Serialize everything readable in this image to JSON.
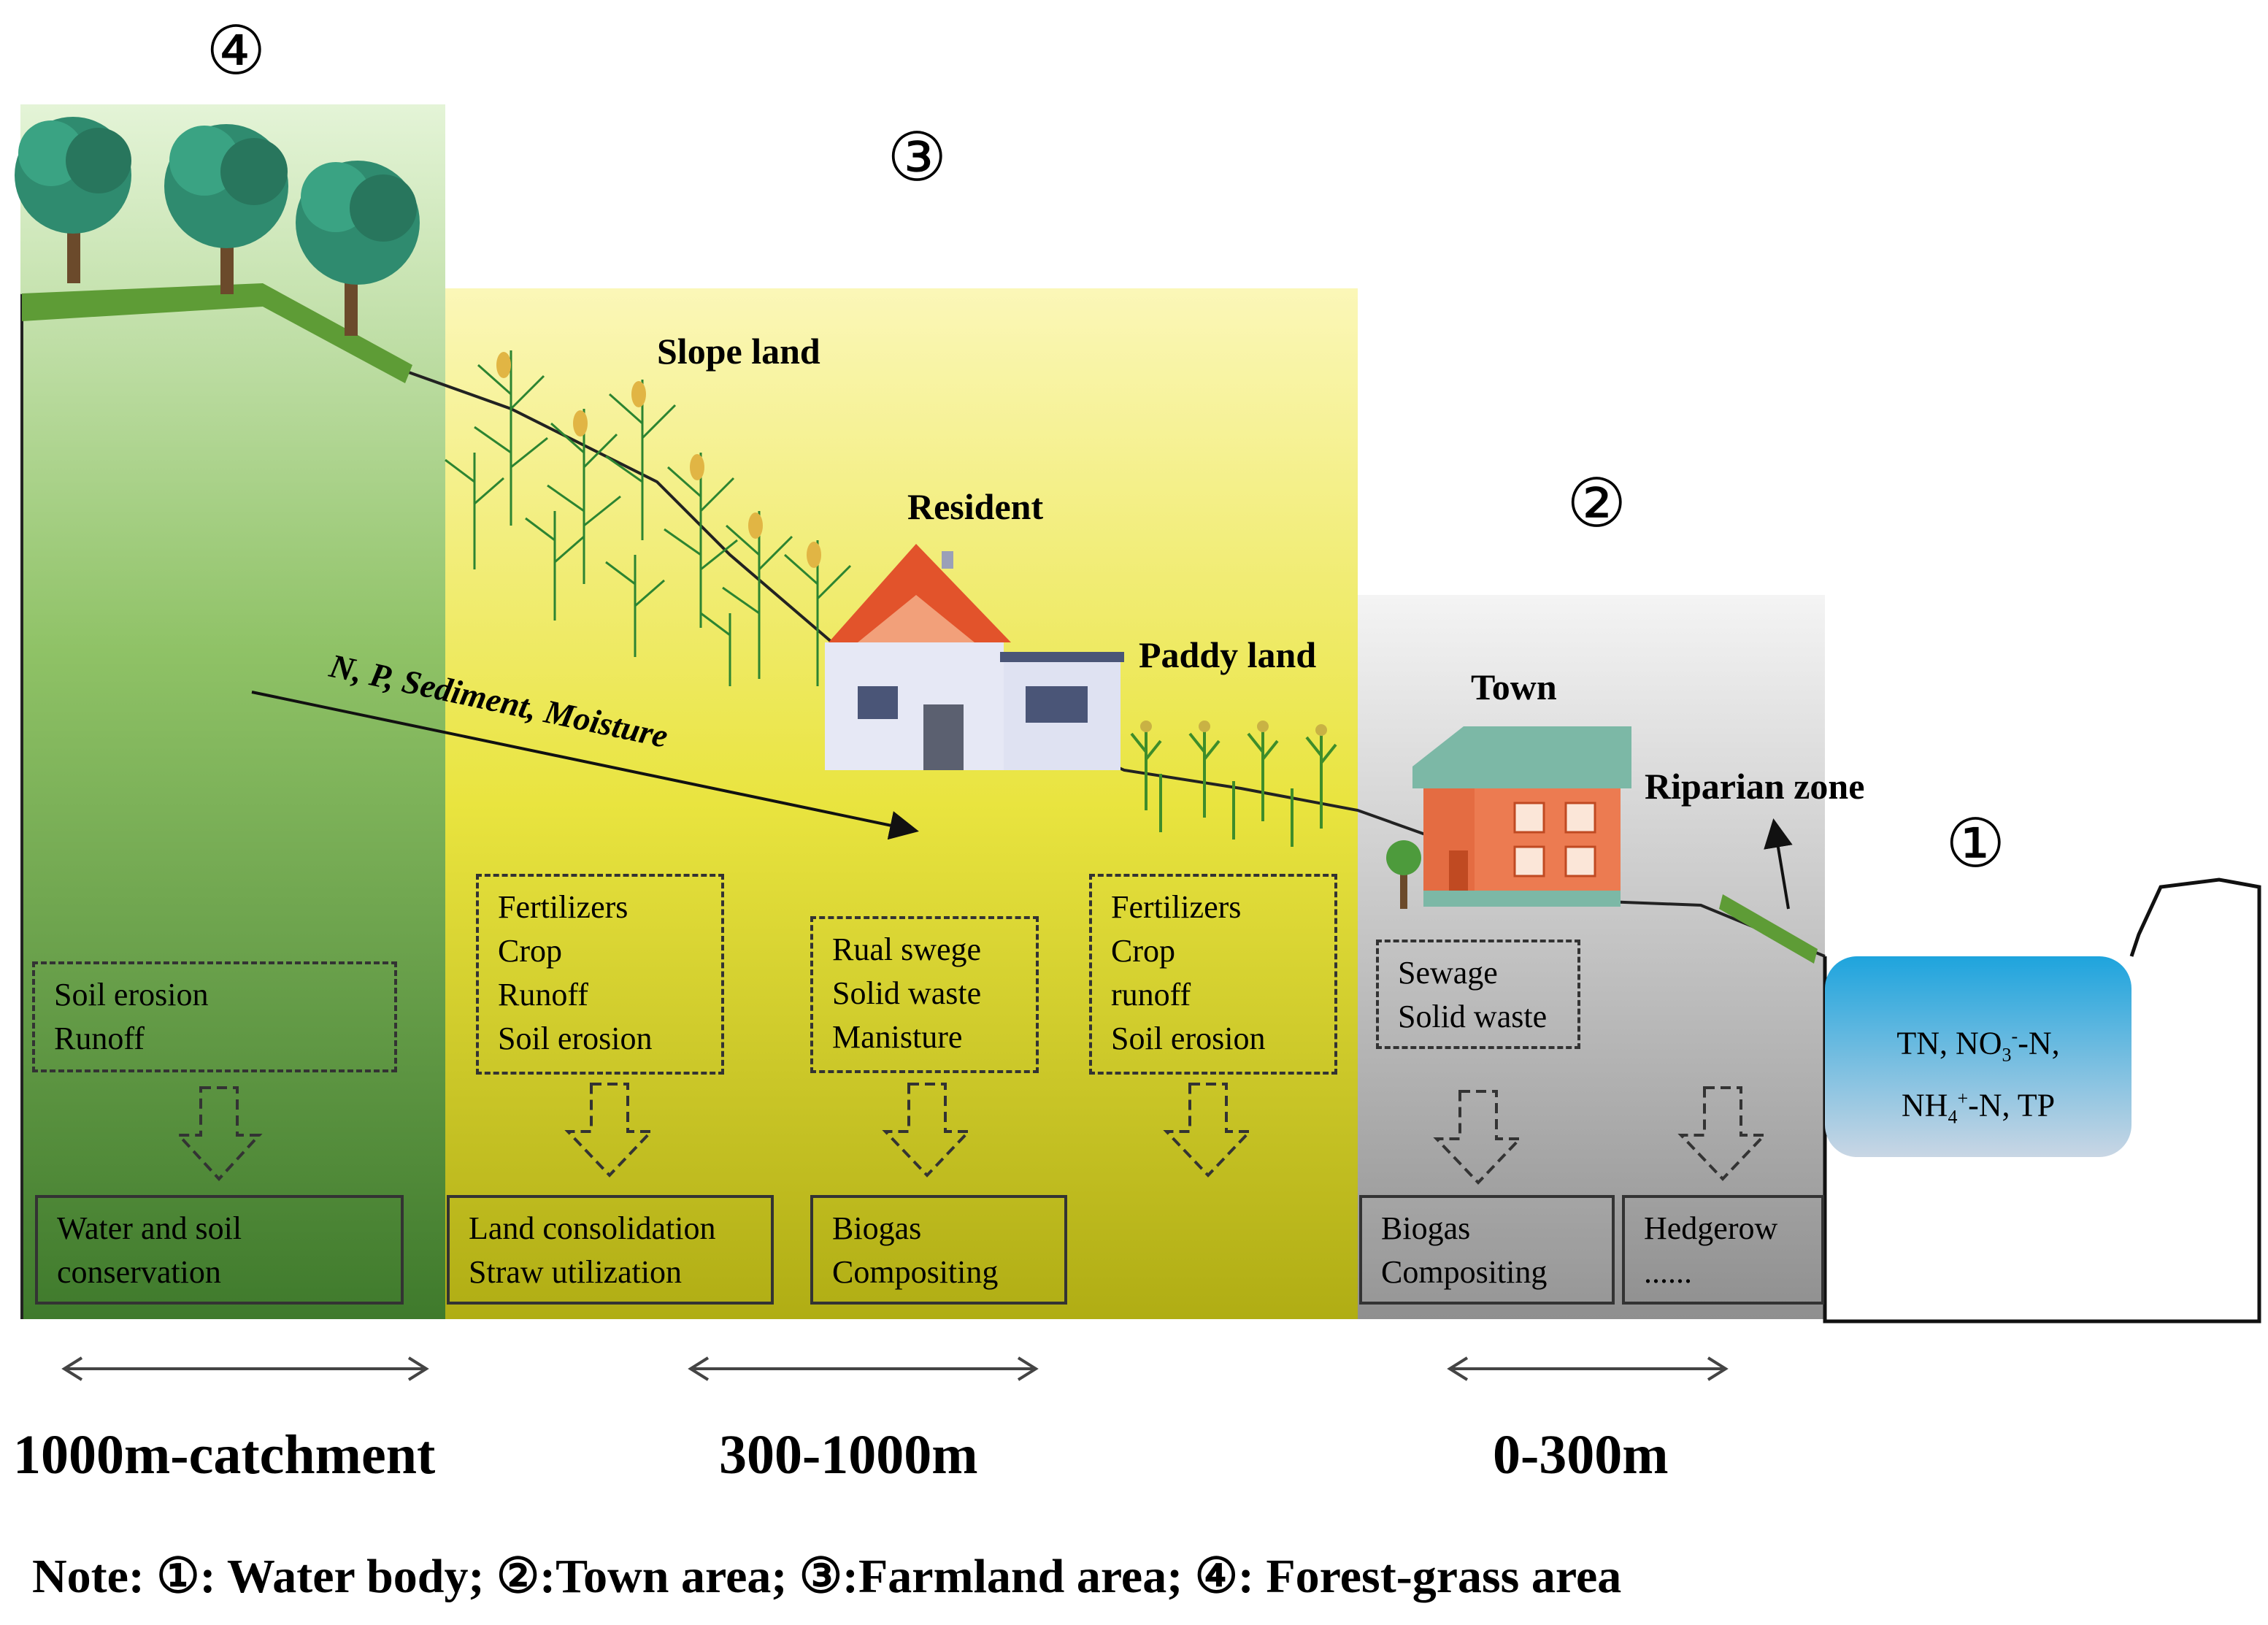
{
  "zones": {
    "forest_marker": "④",
    "farmland_marker": "③",
    "town_marker": "②",
    "water_marker": "①"
  },
  "labels": {
    "slope_land": "Slope land",
    "resident": "Resident",
    "paddy_land": "Paddy land",
    "town": "Town",
    "riparian_zone": "Riparian zone",
    "flow": "N, P, Sediment, Moisture"
  },
  "sources": {
    "forest": [
      "Soil erosion",
      "Runoff"
    ],
    "slope": [
      "Fertilizers",
      "Crop",
      "Runoff",
      "Soil erosion"
    ],
    "resident": [
      "Rual swege",
      "Solid waste",
      "Manisture"
    ],
    "paddy": [
      "Fertilizers",
      "Crop",
      "runoff",
      "Soil erosion"
    ],
    "town": [
      "Sewage",
      "Solid waste"
    ]
  },
  "measures": {
    "forest": [
      "Water and soil",
      "conservation"
    ],
    "slope": [
      "Land consolidation",
      "Straw utilization"
    ],
    "resident": [
      "Biogas",
      "Compositing"
    ],
    "town": [
      "Biogas",
      "Compositing"
    ],
    "riparian": [
      "Hedgerow",
      "......"
    ]
  },
  "water": {
    "line1_a": "TN, NO",
    "line1_sub": "3",
    "line1_sup": "-",
    "line1_b": "-N,",
    "line2_a": "NH",
    "line2_sub": "4",
    "line2_sup": "+",
    "line2_b": "-N, TP"
  },
  "ranges": {
    "catchment": "1000m-catchment",
    "farmland": "300-1000m",
    "town": "0-300m"
  },
  "note": "Note: ①: Water body; ②:Town area; ③:Farmland area; ④: Forest-grass area",
  "colors": {
    "forest_top": "#e4f4d7",
    "forest_bottom": "#3f7a2c",
    "farm_top": "#fbf7b8",
    "farm_bottom": "#b0ad14",
    "town_top": "#f4f4f4",
    "town_bottom": "#8f8f8f",
    "water_top": "#1ea4dd",
    "water_bottom": "#c9d6e4"
  }
}
